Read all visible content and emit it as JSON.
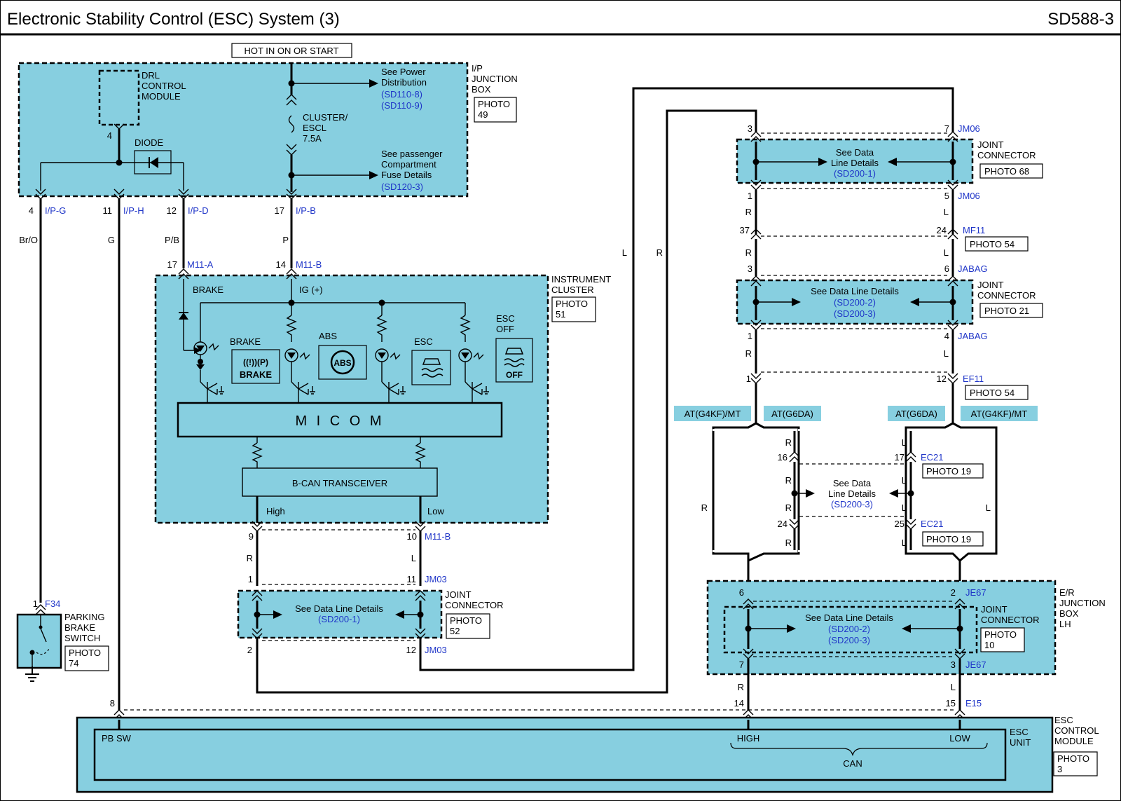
{
  "header": {
    "title": "Electronic Stability Control (ESC) System (3)",
    "page_id": "SD588-3"
  },
  "hot_label": "HOT IN ON OR START",
  "ip_box": {
    "drl": "DRL|CONTROL|MODULE",
    "diode": "DIODE",
    "power_dist": "See Power|Distribution",
    "power_refs": [
      "(SD110-8)",
      "(SD110-9)"
    ],
    "fuse": "CLUSTER/|ESCL|7.5A",
    "pass_comp": "See passenger|Compartment|Fuse Details",
    "pass_ref": "(SD120-3)",
    "name": "I/P|JUNCTION|BOX",
    "photo": "PHOTO|49",
    "drl_pin": "4"
  },
  "ip_pins": [
    {
      "pin": "4",
      "conn": "I/P-G",
      "color": "Br/O"
    },
    {
      "pin": "11",
      "conn": "I/P-H",
      "color": "G"
    },
    {
      "pin": "12",
      "conn": "I/P-D",
      "color": "P/B"
    },
    {
      "pin": "17",
      "conn": "I/P-B",
      "color": "P"
    }
  ],
  "cluster": {
    "pin_a": "17",
    "conn_a": "M11-A",
    "pin_b": "14",
    "conn_b": "M11-B",
    "brake": "BRAKE",
    "ig": "IG (+)",
    "lamps": [
      "BRAKE",
      "ABS",
      "ESC",
      "ESC|OFF"
    ],
    "micom": "M I C O M",
    "transceiver": "B-CAN TRANSCEIVER",
    "high": "High",
    "low": "Low",
    "name": "INSTRUMENT|CLUSTER",
    "photo": "PHOTO|51",
    "out_pins": [
      "9",
      "10"
    ],
    "out_conn": "M11-B"
  },
  "left_joint": {
    "top_pins": [
      "1",
      "11"
    ],
    "top_conn": "JM03",
    "text": "See Data Line Details",
    "ref": "(SD200-1)",
    "bottom_pins": [
      "2",
      "12"
    ],
    "bottom_conn": "JM03",
    "name": "JOINT|CONNECTOR",
    "photo": "PHOTO|52"
  },
  "wire_colors": {
    "r": "R",
    "l": "L"
  },
  "parking": {
    "pin": "1",
    "conn": "F34",
    "name": "PARKING|BRAKE|SWITCH",
    "photo": "PHOTO|74"
  },
  "right_chain": {
    "jc1": {
      "top": [
        "3",
        "7"
      ],
      "top_conn": "JM06",
      "text": "See Data|Line Details",
      "ref": "(SD200-1)",
      "bottom": [
        "1",
        "5"
      ],
      "bottom_conn": "JM06",
      "name": "JOINT|CONNECTOR",
      "photo": "PHOTO 68"
    },
    "mf11": {
      "pins": [
        "37",
        "24"
      ],
      "conn": "MF11",
      "photo": "PHOTO 54"
    },
    "jc2": {
      "top": [
        "3",
        "6"
      ],
      "top_conn": "JABAG",
      "text": "See Data Line Details",
      "refs": [
        "(SD200-2)",
        "(SD200-3)"
      ],
      "bottom": [
        "1",
        "4"
      ],
      "bottom_conn": "JABAG",
      "name": "JOINT|CONNECTOR",
      "photo": "PHOTO 21"
    },
    "ef11": {
      "pins": [
        "1",
        "12"
      ],
      "conn": "EF11",
      "photo": "PHOTO 54"
    }
  },
  "variants": [
    "AT(G4KF)/MT",
    "AT(G6DA)",
    "AT(G6DA)",
    "AT(G4KF)/MT"
  ],
  "ec21": {
    "top": [
      "16",
      "17"
    ],
    "conn": "EC21",
    "photo": "PHOTO 19",
    "text": "See Data|Line Details",
    "ref": "(SD200-3)",
    "bottom": [
      "24",
      "25"
    ]
  },
  "er_box": {
    "top": [
      "6",
      "2"
    ],
    "top_conn": "JE67",
    "text": "See Data Line Details",
    "refs": [
      "(SD200-2)",
      "(SD200-3)"
    ],
    "joint_name": "JOINT|CONNECTOR",
    "joint_photo": "PHOTO|10",
    "bottom": [
      "7",
      "3"
    ],
    "bottom_conn": "JE67",
    "name": "E/R|JUNCTION|BOX|LH"
  },
  "esc": {
    "pins": [
      "8",
      "14",
      "15"
    ],
    "conn": "E15",
    "pb": "PB SW",
    "high": "HIGH",
    "low": "LOW",
    "can": "CAN",
    "unit": "ESC|UNIT",
    "name": "ESC|CONTROL|MODULE",
    "photo": "PHOTO|3"
  },
  "colors": {
    "box_fill": "#87cfe0",
    "ref_blue": "#1f35c8"
  }
}
